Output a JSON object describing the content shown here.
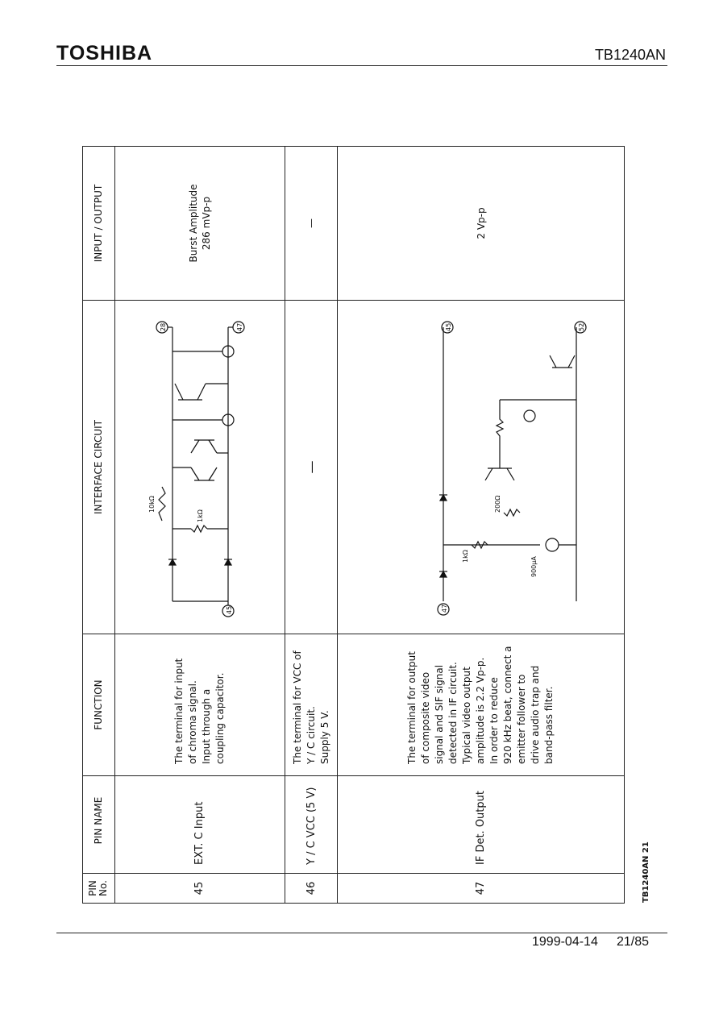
{
  "header": {
    "logo": "TOSHIBA",
    "part_number": "TB1240AN"
  },
  "table": {
    "columns": {
      "pin_no": "PIN No.",
      "pin_name": "PIN NAME",
      "function": "FUNCTION",
      "interface": "INTERFACE CIRCUIT",
      "io": "INPUT / OUTPUT"
    },
    "rows": [
      {
        "pin": "45",
        "name": "EXT. C Input",
        "function": [
          "The terminal for input",
          "of chroma signal.",
          "Input through a",
          "coupling capacitor."
        ],
        "io": [
          "Burst Amplitude",
          "286 mVp-p"
        ],
        "circuit": {
          "pins": [
            "45",
            "28",
            "47"
          ],
          "labels": [
            "1kΩ",
            "10kΩ"
          ]
        }
      },
      {
        "pin": "46",
        "name": "Y / C VCC (5 V)",
        "function": [
          "The terminal for VCC of",
          "Y / C circuit.",
          "Supply 5 V."
        ],
        "io": [
          "—"
        ],
        "circuit": {
          "text": "—"
        }
      },
      {
        "pin": "47",
        "name": "IF Det. Output",
        "function": [
          "The terminal for output",
          "of composite video",
          "signal and SIF signal",
          "detected in IF circuit.",
          "Typical video output",
          "amplitude is 2.2 Vp-p.",
          "In order to reduce",
          "920 kHz beat, connect a",
          "emitter follower to",
          "drive audio trap and",
          "band-pass filter."
        ],
        "io": [
          "2 Vp-p"
        ],
        "circuit": {
          "pins": [
            "47",
            "52",
            "45"
          ],
          "labels": [
            "200Ω",
            "1kΩ",
            "900μA"
          ]
        }
      }
    ]
  },
  "side_stamp": "TB1240AN  21",
  "footer": {
    "date": "1999-04-14",
    "page": "21/85"
  }
}
